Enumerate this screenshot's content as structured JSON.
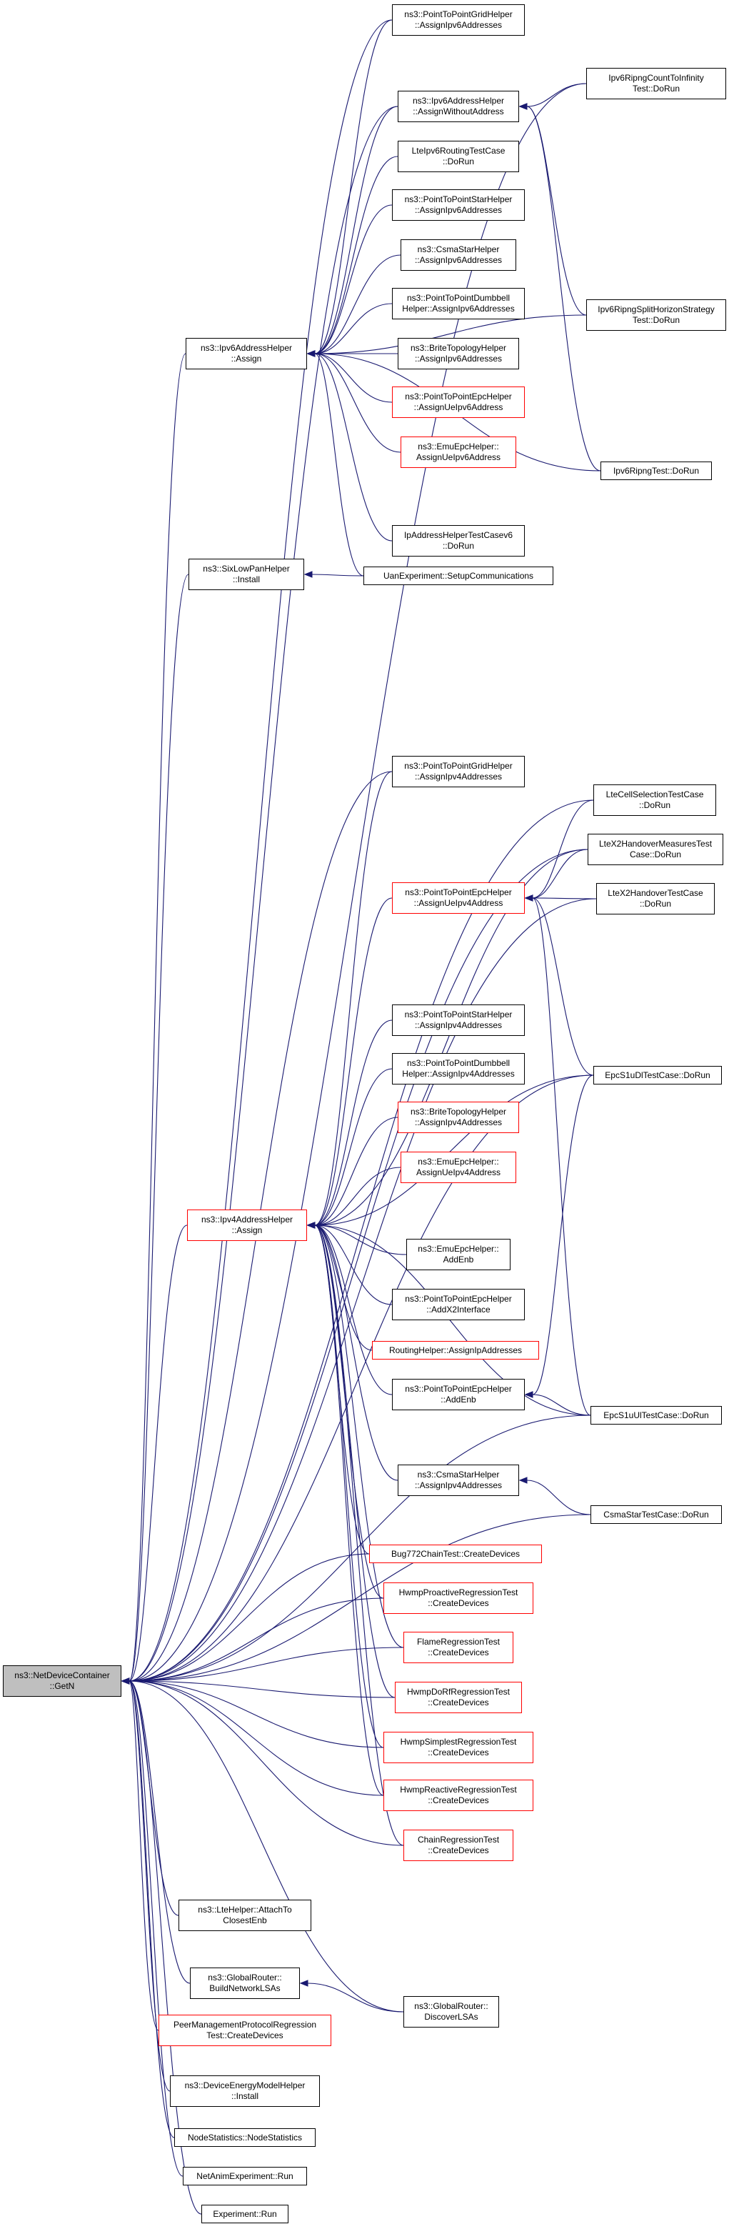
{
  "graph": {
    "edge_color": "#191970",
    "node_border_default": "#000000",
    "node_border_highlight": "#ff0000",
    "focus_fill": "#bfbfbf",
    "nodes": {
      "getn": {
        "label": "ns3::NetDeviceContainer\n::GetN",
        "focus": true
      },
      "v6assign": {
        "label": "ns3::Ipv6AddressHelper\n::Assign"
      },
      "sixlow": {
        "label": "ns3::SixLowPanHelper\n::Install"
      },
      "v4assign": {
        "label": "ns3::Ipv4AddressHelper\n::Assign",
        "red": true
      },
      "p2pgrid6": {
        "label": "ns3::PointToPointGridHelper\n::AssignIpv6Addresses"
      },
      "v6withoutaddr": {
        "label": "ns3::Ipv6AddressHelper\n::AssignWithoutAddress"
      },
      "lteipv6": {
        "label": "LteIpv6RoutingTestCase\n::DoRun"
      },
      "p2pstar6": {
        "label": "ns3::PointToPointStarHelper\n::AssignIpv6Addresses"
      },
      "csmastar6": {
        "label": "ns3::CsmaStarHelper\n::AssignIpv6Addresses"
      },
      "p2pdumb6": {
        "label": "ns3::PointToPointDumbbell\nHelper::AssignIpv6Addresses"
      },
      "brite6": {
        "label": "ns3::BriteTopologyHelper\n::AssignIpv6Addresses"
      },
      "p2pepc6": {
        "label": "ns3::PointToPointEpcHelper\n::AssignUeIpv6Address",
        "red": true
      },
      "emuepc6": {
        "label": "ns3::EmuEpcHelper::\nAssignUeIpv6Address",
        "red": true
      },
      "ipaddrv6": {
        "label": "IpAddressHelperTestCasev6\n::DoRun"
      },
      "uanexp": {
        "label": "UanExperiment::SetupCommunications"
      },
      "ripcountinf": {
        "label": "Ipv6RipngCountToInfinity\nTest::DoRun"
      },
      "ripsplit": {
        "label": "Ipv6RipngSplitHorizonStrategy\nTest::DoRun"
      },
      "ripng": {
        "label": "Ipv6RipngTest::DoRun"
      },
      "p2pgrid4": {
        "label": "ns3::PointToPointGridHelper\n::AssignIpv4Addresses"
      },
      "p2pepc4": {
        "label": "ns3::PointToPointEpcHelper\n::AssignUeIpv4Address",
        "red": true
      },
      "p2pstar4": {
        "label": "ns3::PointToPointStarHelper\n::AssignIpv4Addresses"
      },
      "p2pdumb4": {
        "label": "ns3::PointToPointDumbbell\nHelper::AssignIpv4Addresses"
      },
      "brite4": {
        "label": "ns3::BriteTopologyHelper\n::AssignIpv4Addresses",
        "red": true
      },
      "emuepc4": {
        "label": "ns3::EmuEpcHelper::\nAssignUeIpv4Address",
        "red": true
      },
      "emuaddenb": {
        "label": "ns3::EmuEpcHelper::\nAddEnb"
      },
      "p2pepcx2": {
        "label": "ns3::PointToPointEpcHelper\n::AddX2Interface"
      },
      "routing": {
        "label": "RoutingHelper::AssignIpAddresses",
        "red": true
      },
      "p2pepcaddenb": {
        "label": "ns3::PointToPointEpcHelper\n::AddEnb"
      },
      "csmastar4": {
        "label": "ns3::CsmaStarHelper\n::AssignIpv4Addresses"
      },
      "ltecell": {
        "label": "LteCellSelectionTestCase\n::DoRun"
      },
      "ltex2meas": {
        "label": "LteX2HandoverMeasuresTest\nCase::DoRun"
      },
      "ltex2": {
        "label": "LteX2HandoverTestCase\n::DoRun"
      },
      "epcdl": {
        "label": "EpcS1uDlTestCase::DoRun"
      },
      "epcul": {
        "label": "EpcS1uUlTestCase::DoRun"
      },
      "csmastartest": {
        "label": "CsmaStarTestCase::DoRun"
      },
      "bug772": {
        "label": "Bug772ChainTest::CreateDevices",
        "red": true
      },
      "hwmpproactive": {
        "label": "HwmpProactiveRegressionTest\n::CreateDevices",
        "red": true
      },
      "flame": {
        "label": "FlameRegressionTest\n::CreateDevices",
        "red": true
      },
      "hwmpdorf": {
        "label": "HwmpDoRfRegressionTest\n::CreateDevices",
        "red": true
      },
      "hwmpsimplest": {
        "label": "HwmpSimplestRegressionTest\n::CreateDevices",
        "red": true
      },
      "hwmpreactive": {
        "label": "HwmpReactiveRegressionTest\n::CreateDevices",
        "red": true
      },
      "chain": {
        "label": "ChainRegressionTest\n::CreateDevices",
        "red": true
      },
      "lteattach": {
        "label": "ns3::LteHelper::AttachTo\nClosestEnb"
      },
      "grbuild": {
        "label": "ns3::GlobalRouter::\nBuildNetworkLSAs"
      },
      "peermgmt": {
        "label": "PeerManagementProtocolRegression\nTest::CreateDevices",
        "red": true
      },
      "grdiscover": {
        "label": "ns3::GlobalRouter::\nDiscoverLSAs"
      },
      "energy": {
        "label": "ns3::DeviceEnergyModelHelper\n::Install"
      },
      "nodestats": {
        "label": "NodeStatistics::NodeStatistics"
      },
      "netanim": {
        "label": "NetAnimExperiment::Run"
      },
      "experiment": {
        "label": "Experiment::Run"
      }
    }
  }
}
